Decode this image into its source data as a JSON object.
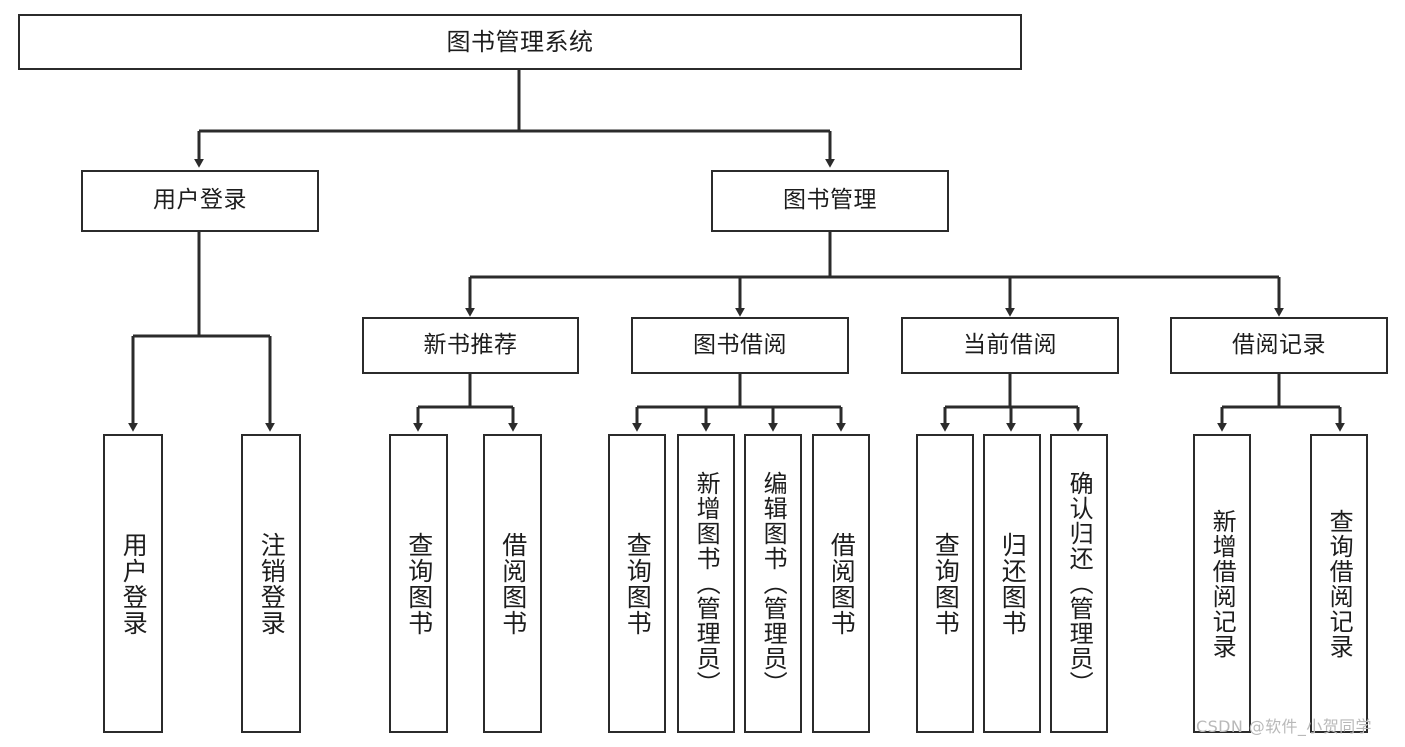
{
  "diagram": {
    "title": "图书管理系统",
    "type": "hierarchy-tree",
    "levels": 4,
    "colors": {
      "box_border": "#2b2b2b",
      "box_fill": "#ffffff",
      "edge": "#2b2b2b",
      "text": "#1d1d1d",
      "watermark": "#b9b9b9",
      "background": "#ffffff"
    },
    "nodes": {
      "root": {
        "label": "图书管理系统"
      },
      "level2": [
        {
          "label": "用户登录"
        },
        {
          "label": "图书管理"
        }
      ],
      "level3": [
        {
          "label": "新书推荐"
        },
        {
          "label": "图书借阅"
        },
        {
          "label": "当前借阅"
        },
        {
          "label": "借阅记录"
        }
      ],
      "leaves": {
        "user_login": [
          {
            "label": "用户登录"
          },
          {
            "label": "注销登录"
          }
        ],
        "new_book_recommend": [
          {
            "label": "查询图书"
          },
          {
            "label": "借阅图书"
          }
        ],
        "book_borrow": [
          {
            "label": "查询图书"
          },
          {
            "label": "新增图书（管理员）"
          },
          {
            "label": "编辑图书（管理员）"
          },
          {
            "label": "借阅图书"
          }
        ],
        "current_borrow": [
          {
            "label": "查询图书"
          },
          {
            "label": "归还图书"
          },
          {
            "label": "确认归还（管理员）"
          }
        ],
        "borrow_record": [
          {
            "label": "新增借阅记录"
          },
          {
            "label": "查询借阅记录"
          }
        ]
      }
    }
  },
  "watermark": {
    "text": "CSDN @软件_小贺同学"
  }
}
